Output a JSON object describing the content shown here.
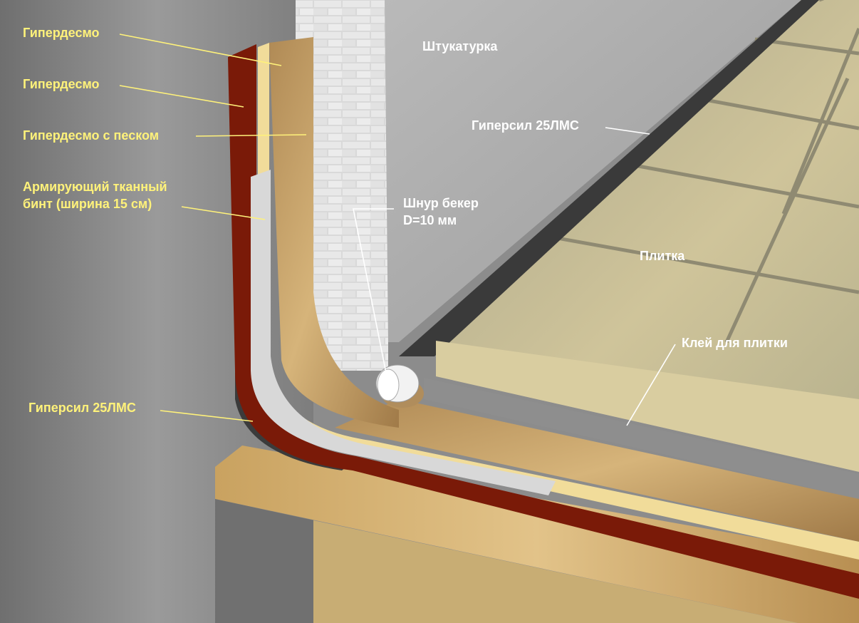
{
  "labels": {
    "hyperdesmo_1": "Гипердесмо",
    "hyperdesmo_2": "Гипердесмо",
    "hyperdesmo_sand": "Гипердесмо с песком",
    "bandage_line1": "Армирующий тканный",
    "bandage_line2": "бинт (ширина 15 см)",
    "hypersil_left": "Гиперсил 25ЛМС",
    "plaster": "Штукатурка",
    "hypersil_right": "Гиперсил 25ЛМС",
    "cord_line1": "Шнур бекер",
    "cord_line2": "D=10 мм",
    "tile": "Плитка",
    "tile_adhesive": "Клей для плитки"
  },
  "colors": {
    "label_yellow": "#fff27a",
    "label_white": "#ffffff",
    "membrane_red": "#7a1a08",
    "sand_layer": "#c9a86a",
    "tile": "#c8bb8e",
    "plaster": "#a9a9a9",
    "sealant": "#3a3a3a",
    "bandage": "#d6d6d6"
  }
}
